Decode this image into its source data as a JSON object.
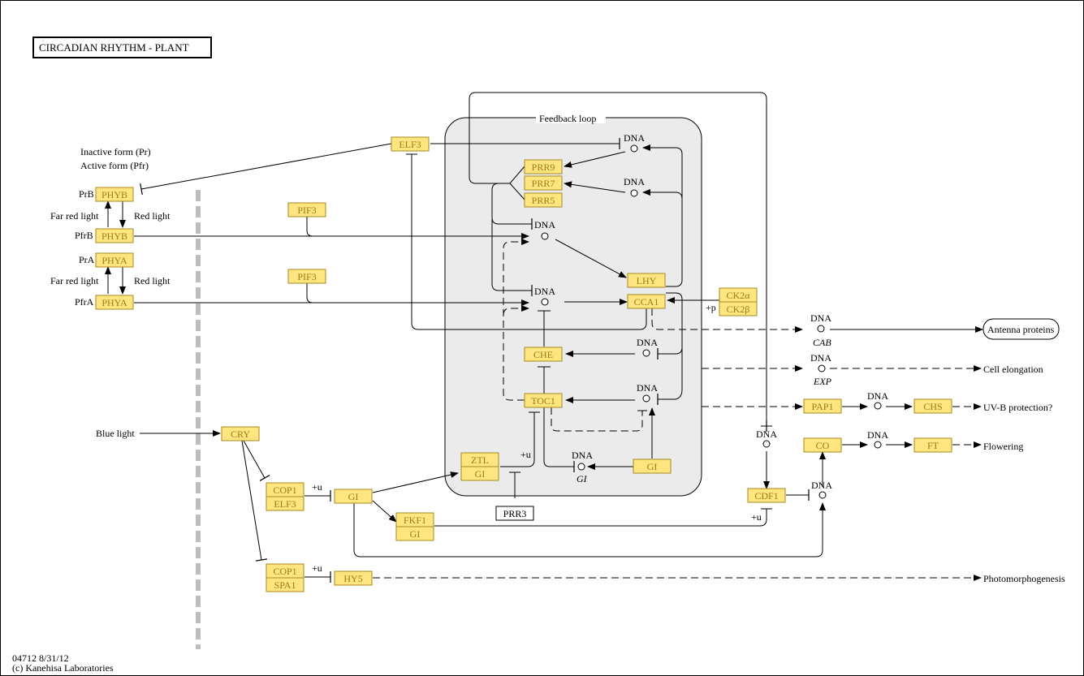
{
  "title": "CIRCADIAN  RHYTHM - PLANT",
  "footer": {
    "id_date": "04712 8/31/12",
    "copyright": "(c) Kanehisa Laboratories"
  },
  "colors": {
    "gene_fill": "#ffe57f",
    "gene_border": "#a58a1d",
    "gene_text": "#9b7d12",
    "loop_fill": "#ebebeb",
    "divider": "#bdbdbd"
  },
  "labels": {
    "inactive_form": "Inactive form (Pr)",
    "active_form": "Active form (Pfr)",
    "prb": "PrB",
    "pfrb": "PfrB",
    "pra": "PrA",
    "pfra": "PfrA",
    "far_red_light": "Far red light",
    "red_light": "Red light",
    "blue_light": "Blue light",
    "feedback_loop": "Feedback loop",
    "dna": "DNA",
    "cab": "CAB",
    "exp": "EXP",
    "gi_italic": "GI",
    "plus_u": "+u",
    "plus_p": "+p"
  },
  "outputs": {
    "antenna": "Antenna proteins",
    "cell_elongation": "Cell elongation",
    "uvb": "UV-B protection?",
    "flowering": "Flowering",
    "photomorphogenesis": "Photomorphogenesis"
  },
  "genes": {
    "phyb1": "PHYB",
    "phyb2": "PHYB",
    "phya1": "PHYA",
    "phya2": "PHYA",
    "pif3a": "PIF3",
    "pif3b": "PIF3",
    "elf3": "ELF3",
    "prr9": "PRR9",
    "prr7": "PRR7",
    "prr5": "PRR5",
    "lhy": "LHY",
    "cca1": "CCA1",
    "ck2a": "CK2α",
    "ck2b": "CK2β",
    "che": "CHE",
    "toc1": "TOC1",
    "gi_loop": "GI",
    "ztl": "ZTL",
    "ztl_gi": "GI",
    "prr3": "PRR3",
    "cry": "CRY",
    "cop1a": "COP1",
    "elf3b": "ELF3",
    "gi": "GI",
    "fkf1": "FKF1",
    "fkf1_gi": "GI",
    "cop1b": "COP1",
    "spa1": "SPA1",
    "hy5": "HY5",
    "pap1": "PAP1",
    "chs": "CHS",
    "co": "CO",
    "ft": "FT",
    "cdf1": "CDF1"
  }
}
